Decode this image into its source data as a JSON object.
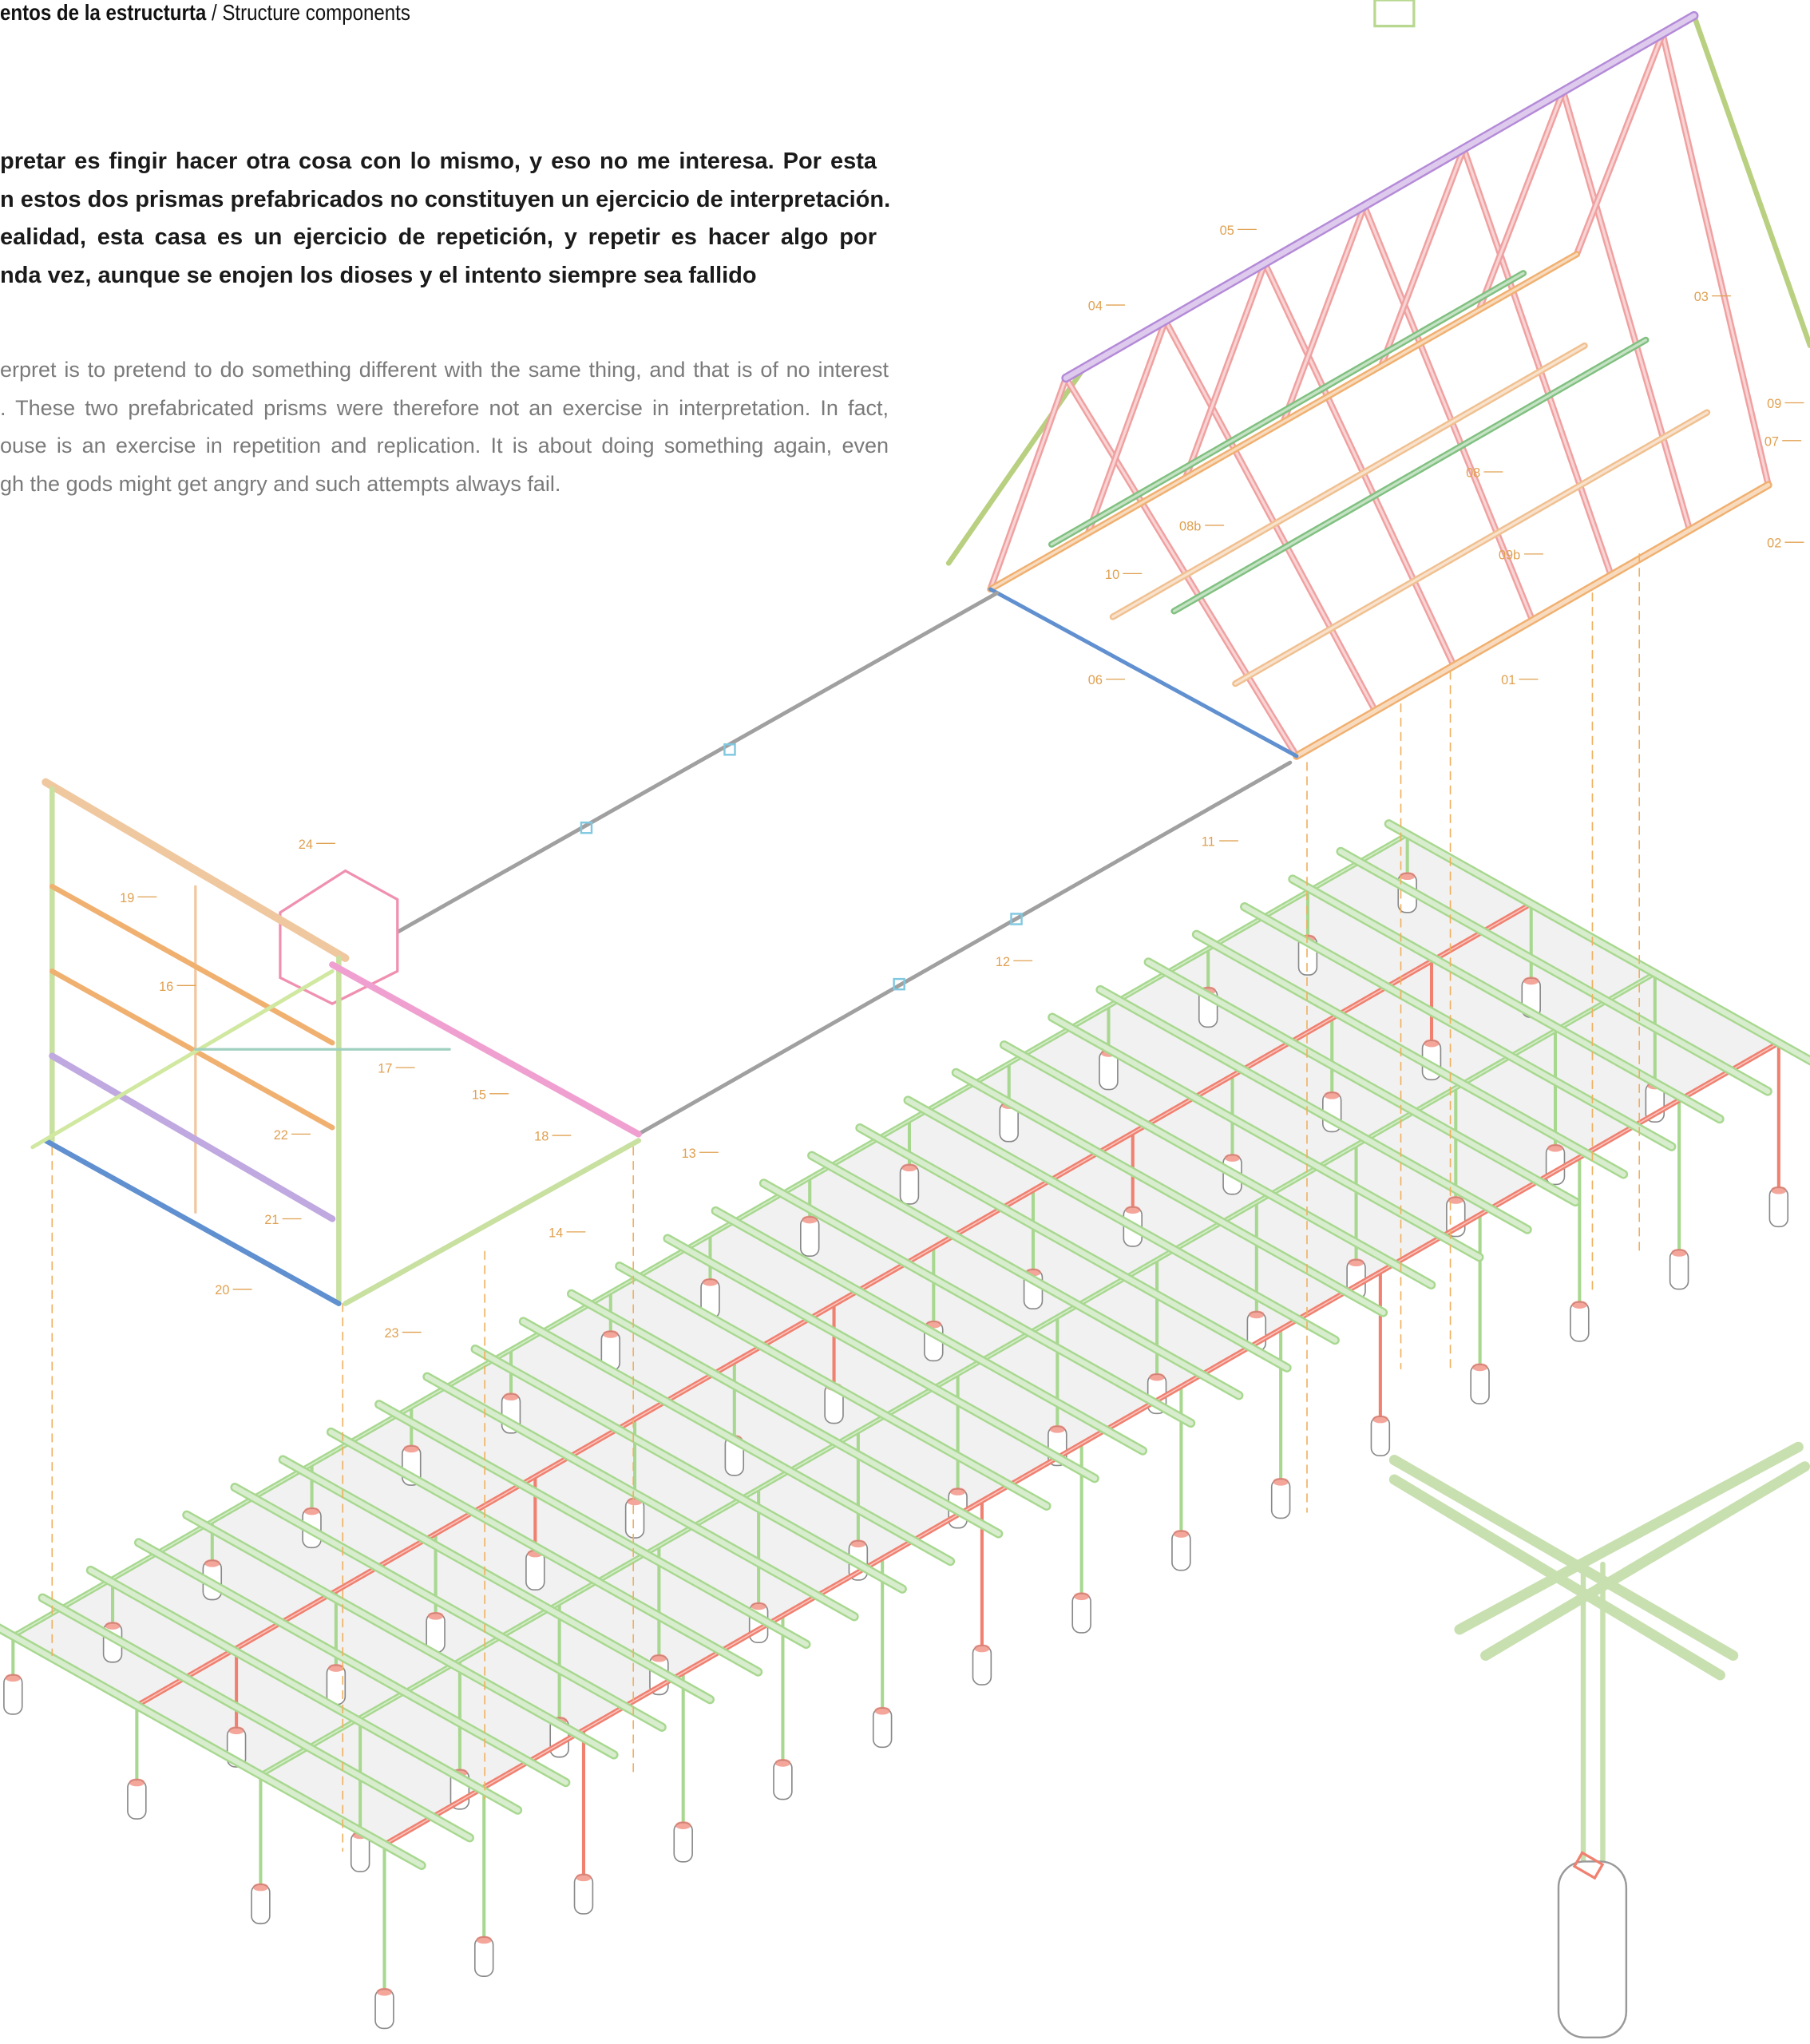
{
  "header": {
    "title_es": "entos de la estructurta",
    "separator": " / ",
    "title_en": "Structure components"
  },
  "text_es": [
    "pretar es fingir hacer otra cosa con lo mismo, y eso no me interesa.  Por esta",
    "n estos dos prismas prefabricados no constituyen un ejercicio de interpretación.",
    "ealidad, esta casa es un ejercicio de repetición, y repetir es hacer algo por",
    "nda vez, aunque se enojen los dioses y el intento siempre sea fallido"
  ],
  "text_en": [
    "erpret is to pretend to do something different with the same thing, and that is of no interest",
    ". These two prefabricated prisms were therefore not an exercise in interpretation. In fact,",
    "ouse is an exercise in repetition and replication. It is about doing something again, even",
    "gh the gods might get angry and such attempts always fail."
  ],
  "labels": [
    "01",
    "02",
    "03",
    "04",
    "05",
    "06",
    "07",
    "08",
    "08b",
    "09",
    "09b",
    "10",
    "11",
    "12",
    "13",
    "14",
    "15",
    "16",
    "17",
    "18",
    "19",
    "20",
    "21",
    "22",
    "23",
    "24"
  ],
  "colors": {
    "label": "#e0a050",
    "deck": "#a8d890",
    "post_red": "#f08070",
    "ridge": "#b48ad8",
    "rafter": "#f0a0a0",
    "purlin": "#80c080",
    "eave": "#f0b070",
    "blue": "#6090d0",
    "gray": "#a0a0a0"
  }
}
